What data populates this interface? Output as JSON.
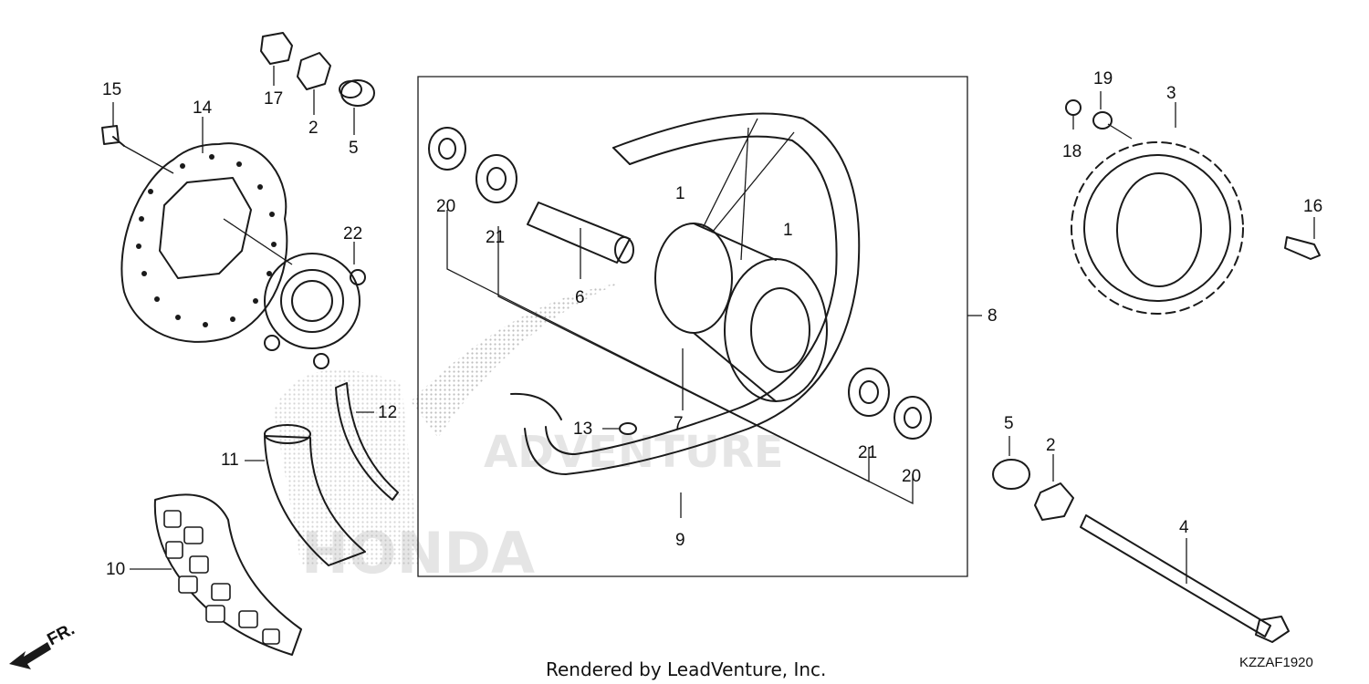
{
  "diagram": {
    "callouts": {
      "c1a": "1",
      "c1b": "1",
      "c2a": "2",
      "c2b": "2",
      "c3": "3",
      "c4": "4",
      "c5a": "5",
      "c5b": "5",
      "c6": "6",
      "c7": "7",
      "c8": "8",
      "c9": "9",
      "c10": "10",
      "c11": "11",
      "c12": "12",
      "c13": "13",
      "c14": "14",
      "c15": "15",
      "c16": "16",
      "c17": "17",
      "c18": "18",
      "c19": "19",
      "c20a": "20",
      "c20b": "20",
      "c21a": "21",
      "c21b": "21",
      "c22": "22"
    },
    "front_arrow_label": "FR.",
    "footer_credit": "Rendered by LeadVenture, Inc.",
    "diagram_code": "KZZAF1920",
    "watermark": {
      "brand": "HONDA",
      "wordmark": "ADVENTURE"
    }
  }
}
